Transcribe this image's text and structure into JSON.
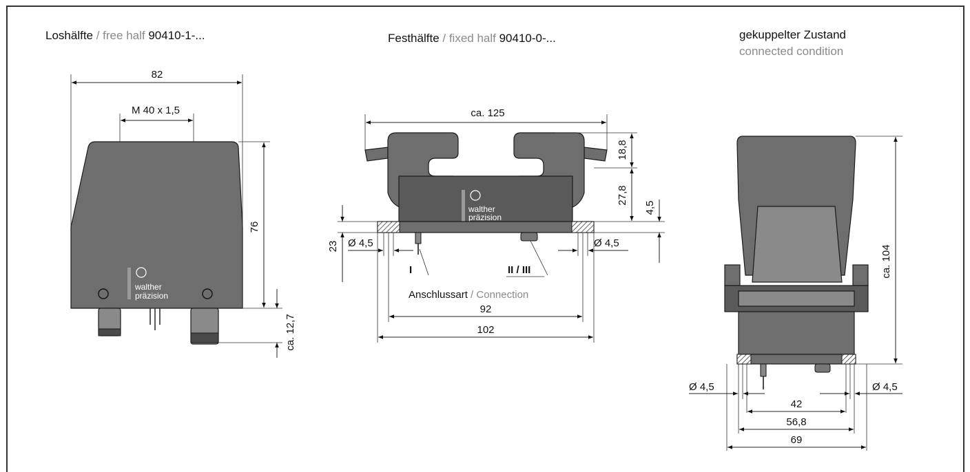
{
  "titles": {
    "left": {
      "de": "Loshälfte",
      "sep": " / ",
      "en": "free half",
      "part": " 90410-1-..."
    },
    "center": {
      "de": "Festhälfte",
      "sep": " / ",
      "en": "fixed half",
      "part": " 90410-0-..."
    },
    "right": {
      "de": "gekuppelter Zustand",
      "en": "connected condition"
    }
  },
  "logo": {
    "line1": "walther",
    "line2": "präzision"
  },
  "left_view": {
    "width": "82",
    "thread": "M 40 x 1,5",
    "height": "76",
    "fitting": "ca. 12,7"
  },
  "center_view": {
    "width": "ca. 125",
    "lever": "18,8",
    "upper": "27,8",
    "flange": "4,5",
    "base": "23",
    "hole_left": "Ø 4,5",
    "hole_right": "Ø 4,5",
    "type_1": "I",
    "type_2": "II / III",
    "connection_de": "Anschlussart",
    "connection_sep": " / ",
    "connection_en": "Connection",
    "pitch": "92",
    "overall": "102"
  },
  "right_view": {
    "height": "ca. 104",
    "hole_left": "Ø 4,5",
    "hole_right": "Ø 4,5",
    "inner": "42",
    "mid": "56,8",
    "outer": "69"
  },
  "colors": {
    "title_grey": "#8a8a8a",
    "housing": "#6e6e6e",
    "frame": "#333333"
  }
}
